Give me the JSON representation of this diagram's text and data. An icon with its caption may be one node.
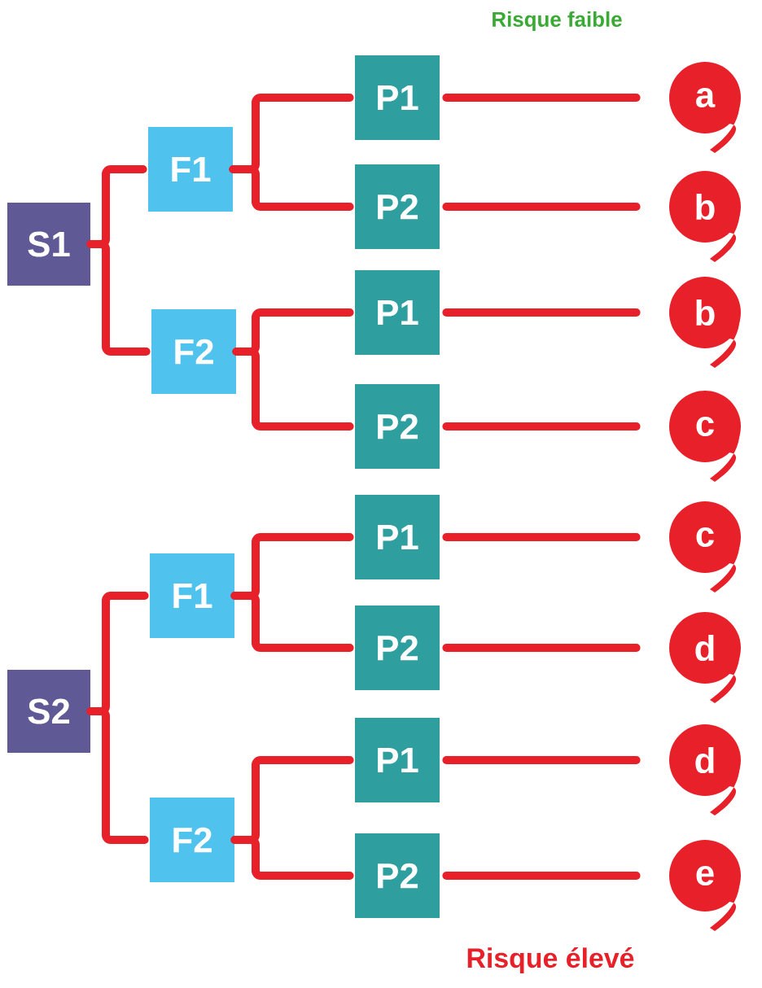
{
  "diagram": {
    "nodes": [
      {
        "text": [
          "S1"
        ]
      },
      {
        "text": [
          "F1"
        ]
      },
      {
        "text": [
          "F2"
        ]
      },
      {
        "text": [
          "P1"
        ]
      },
      {
        "text": [
          "P2"
        ]
      },
      {
        "text": [
          "P1"
        ]
      },
      {
        "text": [
          "P2"
        ]
      },
      {
        "text": [
          "S2"
        ]
      },
      {
        "text": [
          "F1"
        ]
      },
      {
        "text": [
          "F2"
        ]
      },
      {
        "text": [
          "P1"
        ]
      },
      {
        "text": [
          "P2"
        ]
      },
      {
        "text": [
          "P1"
        ]
      },
      {
        "text": [
          "P2"
        ]
      },
      {
        "text": [
          "a"
        ]
      },
      {
        "text": [
          "b"
        ]
      },
      {
        "text": [
          "b"
        ]
      },
      {
        "text": [
          "c"
        ]
      },
      {
        "text": [
          "c"
        ]
      },
      {
        "text": [
          "d"
        ]
      },
      {
        "text": [
          "d"
        ]
      },
      {
        "text": [
          "e"
        ]
      }
    ],
    "edges": [
      {
        "from": 0,
        "to": 1,
        "arrow": "none"
      },
      {
        "from": 0,
        "to": 2,
        "arrow": "none"
      },
      {
        "from": 1,
        "to": 3,
        "arrow": "none"
      },
      {
        "from": 1,
        "to": 4,
        "arrow": "none"
      },
      {
        "from": 2,
        "to": 5,
        "arrow": "none"
      },
      {
        "from": 2,
        "to": 6,
        "arrow": "none"
      },
      {
        "from": 7,
        "to": 8,
        "arrow": "none"
      },
      {
        "from": 7,
        "to": 9,
        "arrow": "none"
      },
      {
        "from": 8,
        "to": 10,
        "arrow": "none"
      },
      {
        "from": 8,
        "to": 11,
        "arrow": "none"
      },
      {
        "from": 9,
        "to": 12,
        "arrow": "none"
      },
      {
        "from": 9,
        "to": 13,
        "arrow": "none"
      },
      {
        "from": 3,
        "to": 14,
        "arrow": "none"
      },
      {
        "from": 4,
        "to": 15,
        "arrow": "none"
      },
      {
        "from": 5,
        "to": 16,
        "arrow": "none"
      },
      {
        "from": 6,
        "to": 17,
        "arrow": "none"
      },
      {
        "from": 10,
        "to": 18,
        "arrow": "none"
      },
      {
        "from": 11,
        "to": 19,
        "arrow": "none"
      },
      {
        "from": 12,
        "to": 20,
        "arrow": "none"
      },
      {
        "from": 13,
        "to": 21,
        "arrow": "none"
      }
    ],
    "labels": [
      "Risque faible",
      "Risque élevé"
    ]
  }
}
